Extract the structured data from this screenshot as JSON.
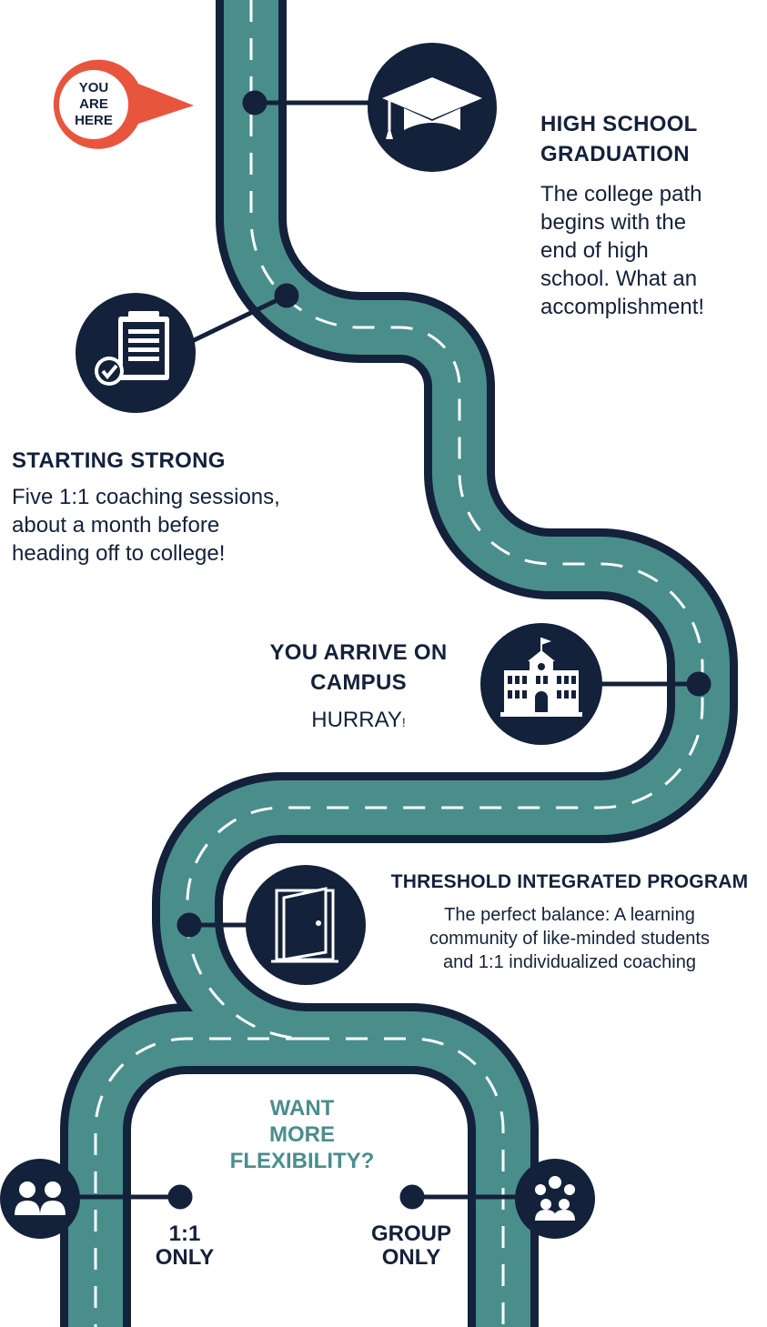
{
  "pin": {
    "label_lines": [
      "YOU",
      "ARE",
      "HERE"
    ]
  },
  "milestones": {
    "graduation": {
      "title_lines": [
        "HIGH SCHOOL",
        "GRADUATION"
      ],
      "body_lines": [
        "The college path",
        "begins with the",
        "end of high",
        "school. What an",
        "accomplishment!"
      ]
    },
    "starting": {
      "title": "STARTING STRONG",
      "body_lines": [
        "Five 1:1 coaching sessions,",
        "about a month before",
        "heading off to college!"
      ]
    },
    "campus": {
      "title_lines": [
        "YOU ARRIVE ON",
        "CAMPUS"
      ],
      "body_main": "HURRAY",
      "body_tail": "!"
    },
    "threshold": {
      "title": "THRESHOLD INTEGRATED PROGRAM",
      "body_lines": [
        "The perfect balance: A learning",
        "community of like-minded students",
        "and 1:1 individualized coaching"
      ]
    }
  },
  "question": {
    "lines": [
      "WANT",
      "MORE",
      "FLEXIBILITY?"
    ]
  },
  "branches": {
    "one_on_one": {
      "lines": [
        "1:1",
        "ONLY"
      ]
    },
    "group": {
      "lines": [
        "GROUP",
        "ONLY"
      ]
    }
  },
  "icons": {
    "graduation": "graduation-cap-icon",
    "starting": "clipboard-check-icon",
    "campus": "school-building-icon",
    "threshold": "open-door-icon",
    "one_on_one": "two-people-icon",
    "group": "group-people-icon"
  },
  "colors": {
    "navy": "#14213a",
    "road_teal": "#4a8e8c",
    "pin_orange": "#e8553e",
    "dash": "#ffffff"
  }
}
